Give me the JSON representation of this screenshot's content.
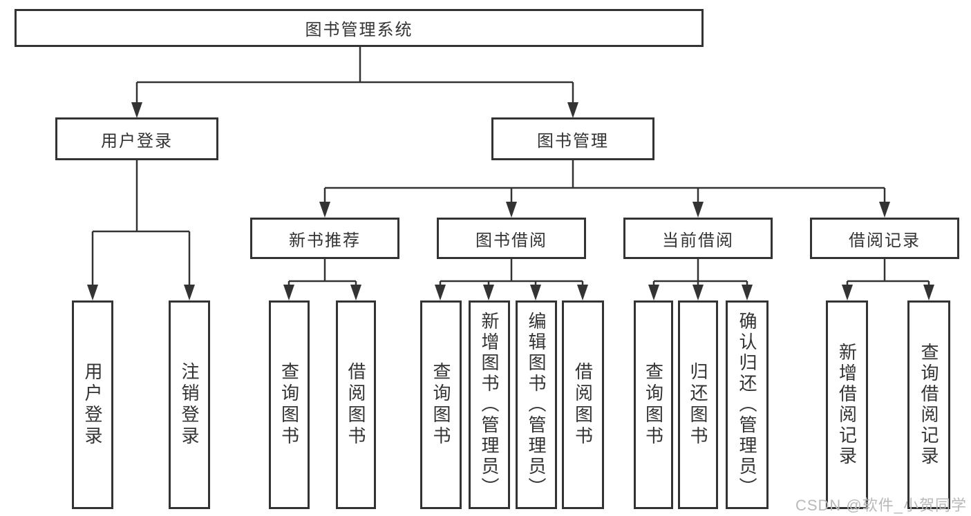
{
  "tree": {
    "root": "图书管理系统",
    "children": [
      {
        "label": "用户登录",
        "leaves": [
          "用户登录",
          "注销登录"
        ]
      },
      {
        "label": "图书管理",
        "children": [
          {
            "label": "新书推荐",
            "leaves": [
              "查询图书",
              "借阅图书"
            ]
          },
          {
            "label": "图书借阅",
            "leaves": [
              "查询图书",
              "新增图书（管理员）",
              "编辑图书（管理员）",
              "借阅图书"
            ]
          },
          {
            "label": "当前借阅",
            "leaves": [
              "查询图书",
              "归还图书",
              "确认归还（管理员）"
            ]
          },
          {
            "label": "借阅记录",
            "leaves": [
              "新增借阅记录",
              "查询借阅记录"
            ]
          }
        ]
      }
    ]
  },
  "watermark": "CSDN @软件_小贺同学",
  "colors": {
    "line": "#333333",
    "text": "#333333",
    "background": "#ffffff",
    "watermark": "#b9b9b9"
  }
}
